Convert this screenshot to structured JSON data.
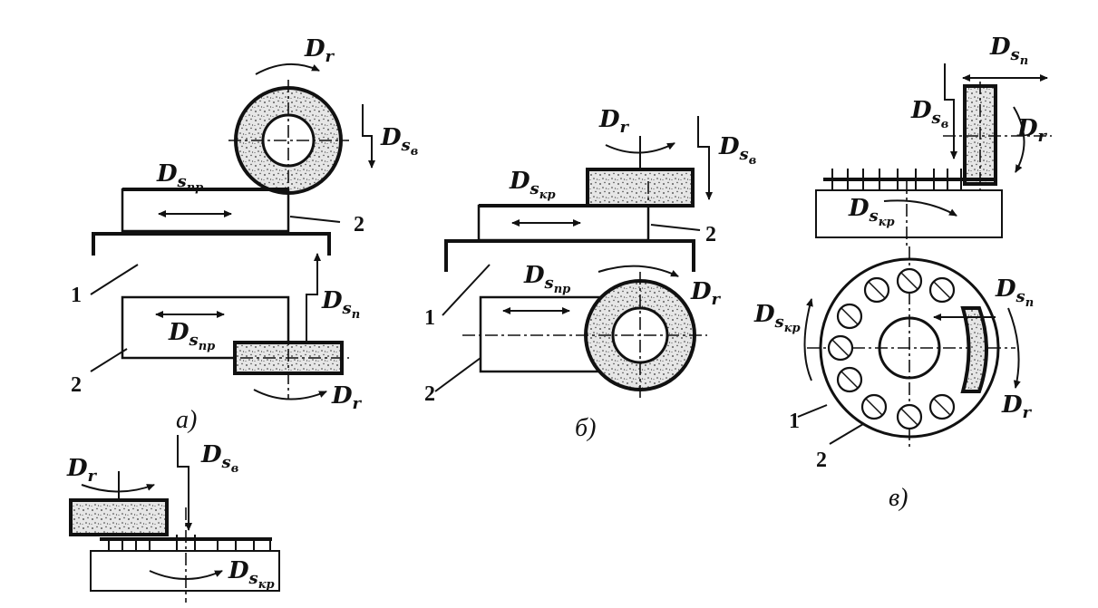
{
  "labels": {
    "dr": "D",
    "dr_sub": "r",
    "ds": "D",
    "ds_sub_pr": "s",
    "ds_subsub_pr": "пр",
    "ds_sub_v": "s",
    "ds_subsub_v": "в",
    "ds_sub_p": "s",
    "ds_subsub_p": "п",
    "ds_sub_kr": "s",
    "ds_subsub_kr": "кр"
  },
  "numbers": {
    "one": "1",
    "two": "2"
  },
  "captions": {
    "a": "а)",
    "b": "б)",
    "v": "в)"
  },
  "colors": {
    "ink": "#111111",
    "background": "#ffffff",
    "abrasive": "#d9d9d9"
  }
}
